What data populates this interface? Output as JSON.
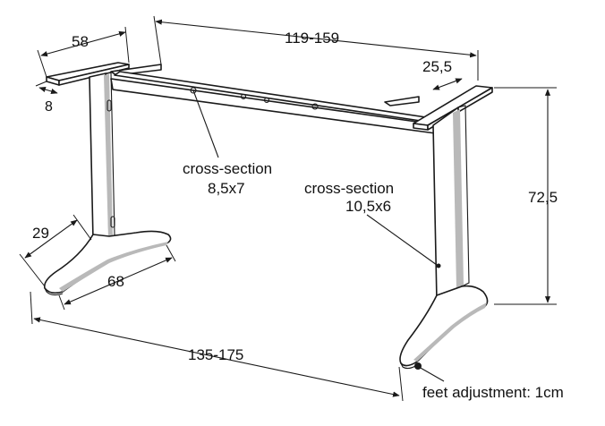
{
  "dimensions": {
    "top_plate_width": "58",
    "top_plate_thickness": "8",
    "width_range": "119-159",
    "mount_depth": "25,5",
    "height": "72,5",
    "foot_height": "29",
    "foot_length": "68",
    "base_width_range": "135-175"
  },
  "annotations": {
    "crossbar_label": "cross-section",
    "crossbar_size": "8,5x7",
    "leg_label": "cross-section",
    "leg_size": "10,5x6",
    "feet_adjustment": "feet adjustment: 1cm"
  },
  "colors": {
    "line": "#1a1a1a",
    "shading": "#b9b9b9",
    "background": "#ffffff"
  }
}
